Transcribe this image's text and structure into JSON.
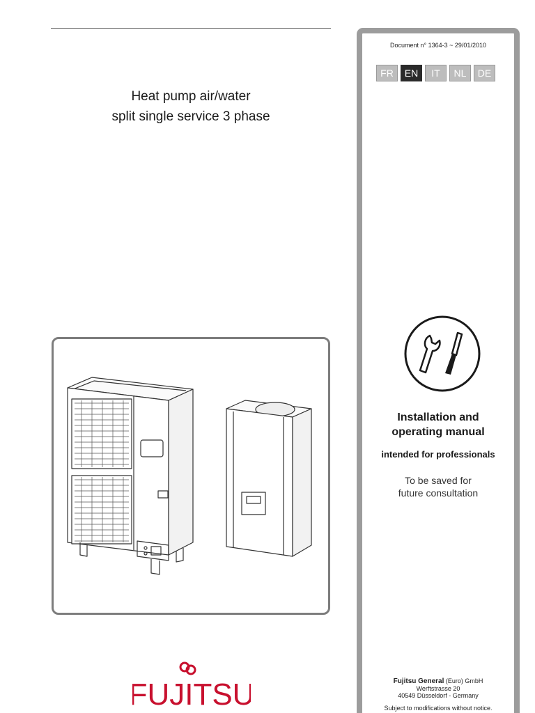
{
  "cover": {
    "title_line1": "Heat pump air/water",
    "title_line2": "split single service 3 phase",
    "brand": "FUJITSU",
    "brand_color": "#c8102e"
  },
  "side_panel": {
    "document_number": "Document n° 1364-3 ~ 29/01/2010",
    "languages": [
      {
        "code": "FR",
        "active": false
      },
      {
        "code": "EN",
        "active": true
      },
      {
        "code": "IT",
        "active": false
      },
      {
        "code": "NL",
        "active": false
      },
      {
        "code": "DE",
        "active": false
      }
    ],
    "manual_title_line1": "Installation and",
    "manual_title_line2": "operating manual",
    "manual_subtitle": "intended for professionals",
    "save_note_line1": "To be saved for",
    "save_note_line2": "future consultation",
    "company_name": "Fujitsu General",
    "company_suffix": " (Euro) GmbH",
    "address_line1": "Werftstrasse 20",
    "address_line2": "40549 Düsseldorf - Germany",
    "notice": "Subject to modifications without notice.",
    "icon": "wrench-screwdriver-icon",
    "panel_color": "#9c9c9c"
  }
}
